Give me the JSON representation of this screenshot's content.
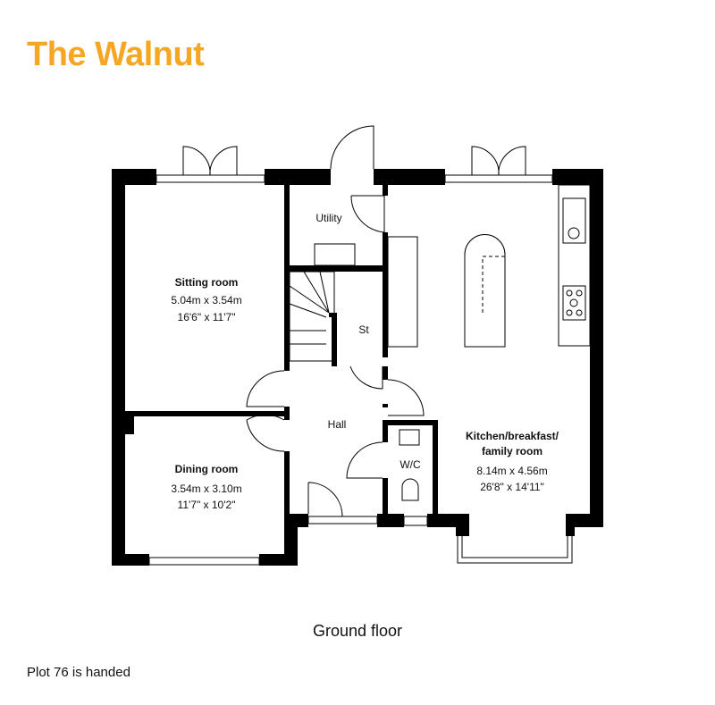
{
  "title": "The Walnut",
  "brand_color": "#f5a623",
  "rooms": {
    "sitting": {
      "name": "Sitting room",
      "metric": "5.04m x 3.54m",
      "imperial": "16'6\" x 11'7\""
    },
    "dining": {
      "name": "Dining room",
      "metric": "3.54m x 3.10m",
      "imperial": "11'7\" x 10'2\""
    },
    "kitchen": {
      "name_line1": "Kitchen/breakfast/",
      "name_line2": "family room",
      "metric": "8.14m x 4.56m",
      "imperial": "26'8\" x 14'11\""
    },
    "utility": "Utility",
    "store": "St",
    "hall": "Hall",
    "wc": "W/C"
  },
  "floor_label": "Ground floor",
  "note": "Plot 76 is handed"
}
